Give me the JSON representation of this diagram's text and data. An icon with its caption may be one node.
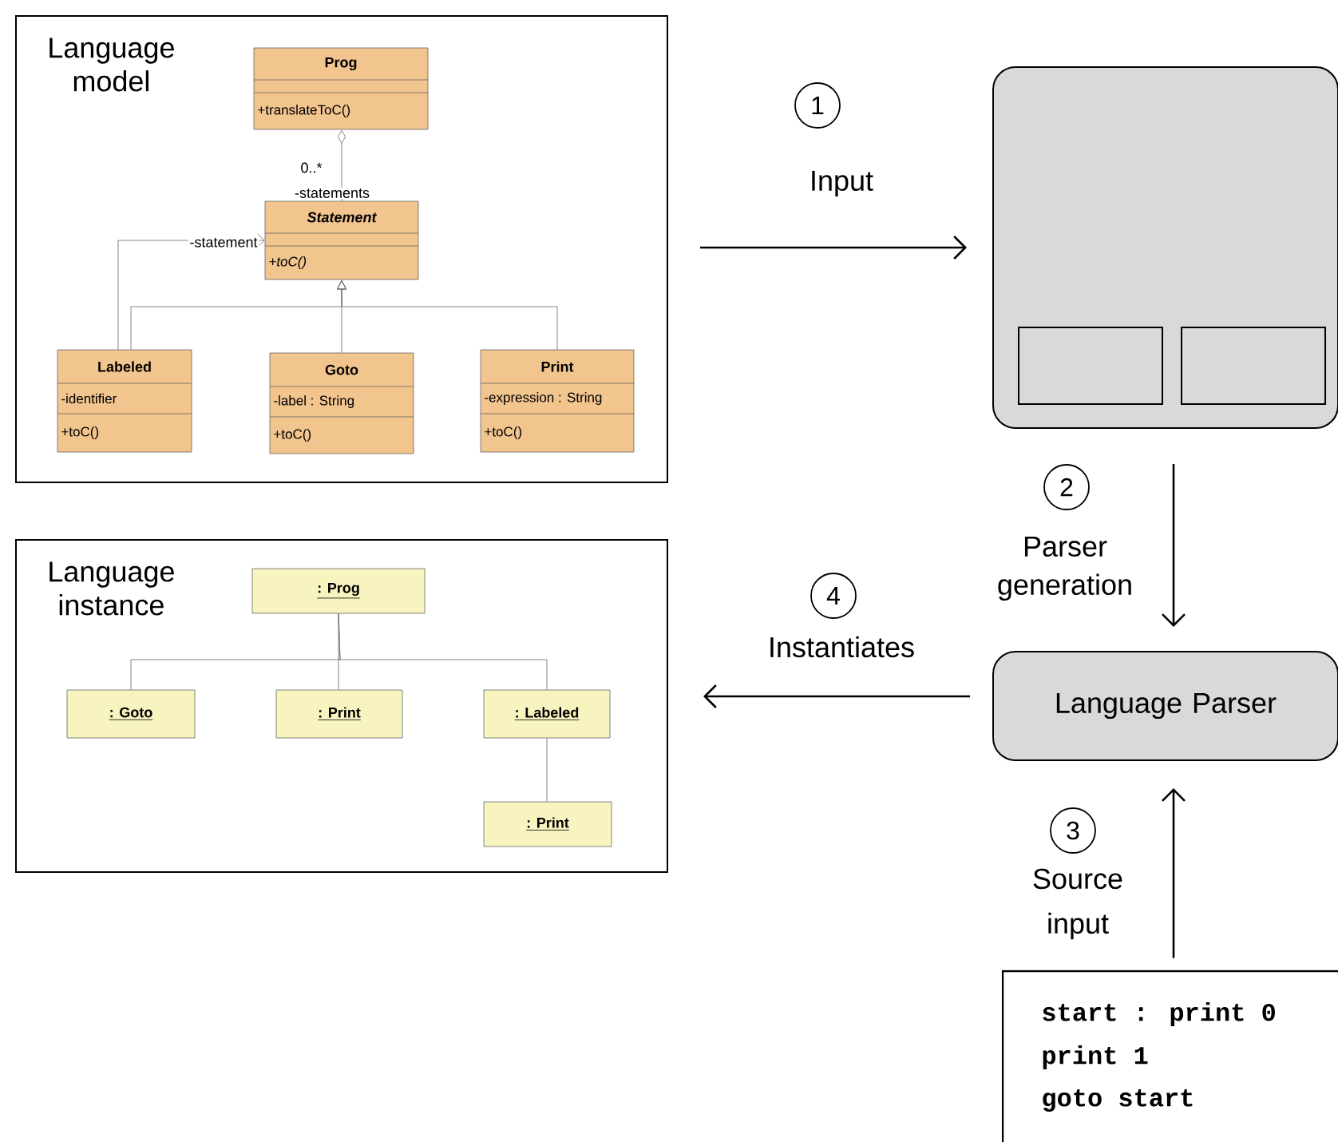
{
  "diagram": {
    "nodes": [
      {
        "text": [
          "Language model"
        ]
      },
      {
        "text": [
          "Prog",
          "+translateToC()"
        ],
        "in": 0
      },
      {
        "text": [
          "Statement",
          "+toC()"
        ],
        "in": 0
      },
      {
        "text": [
          "Labeled",
          "-identifier",
          "+toC()"
        ],
        "in": 0
      },
      {
        "text": [
          "Goto",
          "-label : String",
          "+toC()"
        ],
        "in": 0
      },
      {
        "text": [
          "Print",
          "-expression : String",
          "+toC()"
        ],
        "in": 0
      },
      {
        "text": [
          "Language instance"
        ]
      },
      {
        "text": [
          ": Prog"
        ],
        "in": 6
      },
      {
        "text": [
          ": Goto"
        ],
        "in": 6
      },
      {
        "text": [
          ": Print"
        ],
        "in": 6
      },
      {
        "text": [
          ": Labeled"
        ],
        "in": 6
      },
      {
        "text": [
          ": Print"
        ],
        "in": 6
      },
      {
        "text": [],
        "shape": "box"
      },
      {
        "text": [],
        "shape": "box",
        "in": 12
      },
      {
        "text": [],
        "shape": "box",
        "in": 12
      },
      {
        "text": [
          "Language Parser"
        ]
      },
      {
        "text": [
          "start : print 0",
          "print 1",
          "goto start"
        ]
      }
    ],
    "edges": [
      {
        "from": 2,
        "to": 1,
        "arrow": "other"
      },
      {
        "from": 3,
        "to": 2,
        "arrow": "to",
        "label": "-statement"
      },
      {
        "from": 3,
        "to": 2,
        "arrow": "to"
      },
      {
        "from": 4,
        "to": 2,
        "arrow": "to"
      },
      {
        "from": 5,
        "to": 2,
        "arrow": "to"
      },
      {
        "from": 7,
        "to": 8,
        "arrow": "none"
      },
      {
        "from": 7,
        "to": 9,
        "arrow": "none"
      },
      {
        "from": 7,
        "to": 10,
        "arrow": "none"
      },
      {
        "from": 10,
        "to": 11,
        "arrow": "none"
      },
      {
        "from": 0,
        "to": 12,
        "arrow": "to",
        "label": "Input",
        "color": "#000000"
      },
      {
        "from": 12,
        "to": 15,
        "arrow": "to",
        "label": "Parser generation",
        "color": "#000000"
      },
      {
        "from": 16,
        "to": 15,
        "arrow": "to",
        "label": "Source input",
        "color": "#000000"
      },
      {
        "from": 15,
        "to": 6,
        "arrow": "to",
        "label": "Instantiates",
        "color": "#000000"
      }
    ],
    "labels": [
      "1",
      "0..*",
      "-statements",
      "2",
      "4",
      "3"
    ]
  }
}
